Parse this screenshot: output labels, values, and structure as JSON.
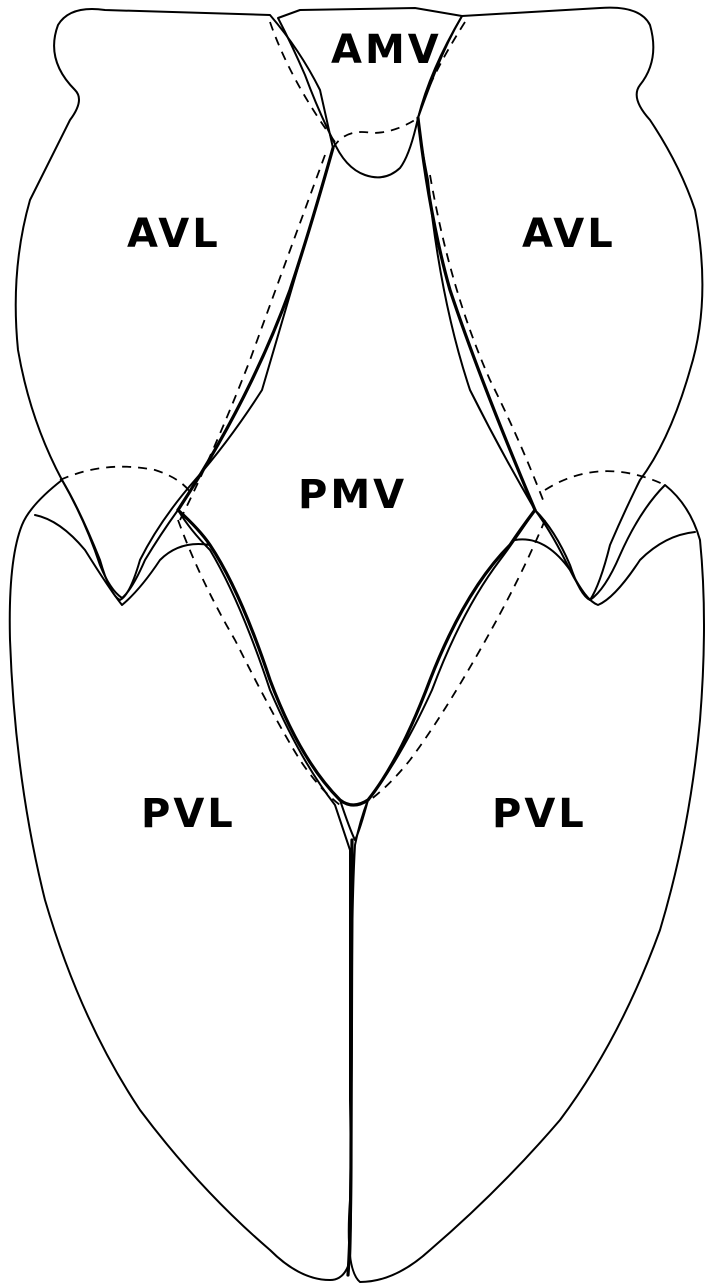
{
  "labels": {
    "amv": "AMV",
    "avl_left": "AVL",
    "avl_right": "AVL",
    "pmv": "PMV",
    "pvl_left": "PVL",
    "pvl_right": "PVL"
  }
}
